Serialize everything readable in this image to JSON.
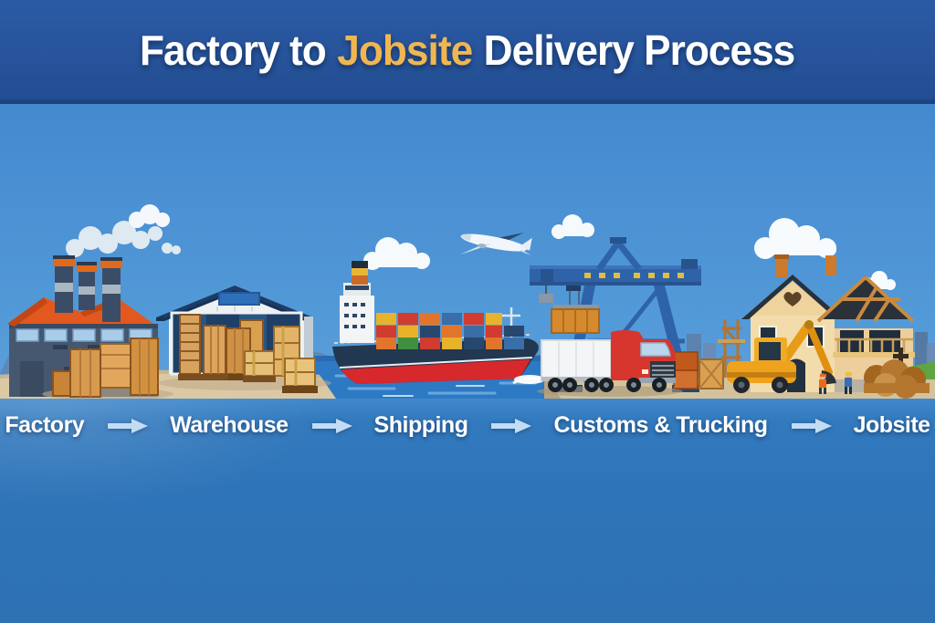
{
  "header": {
    "title_prefix": "Factory to",
    "title_highlight": "Jobsite",
    "title_suffix": "Delivery Process"
  },
  "process": {
    "stages": [
      {
        "label": "Factory"
      },
      {
        "label": "Warehouse"
      },
      {
        "label": "Shipping"
      },
      {
        "label": "Customs & Trucking"
      },
      {
        "label": "Jobsite"
      }
    ]
  },
  "scene": {
    "illustrations": [
      "factory-with-smokestacks-and-crates",
      "warehouse-with-pallet-crates",
      "container-cargo-ship",
      "port-crane-with-truck",
      "house-under-construction-with-excavator"
    ],
    "extras": [
      "airplane",
      "clouds",
      "harbor-water"
    ]
  },
  "colors": {
    "header_background": "#27549b",
    "title_text": "#ffffff",
    "title_highlight": "#f0b651",
    "sky": "#4a8fd1",
    "band_background": "#2e74b8",
    "label_text": "#ffffff",
    "arrow": "#c2dcf4",
    "ground": "#d9c7a3",
    "water": "#2e79c4"
  }
}
